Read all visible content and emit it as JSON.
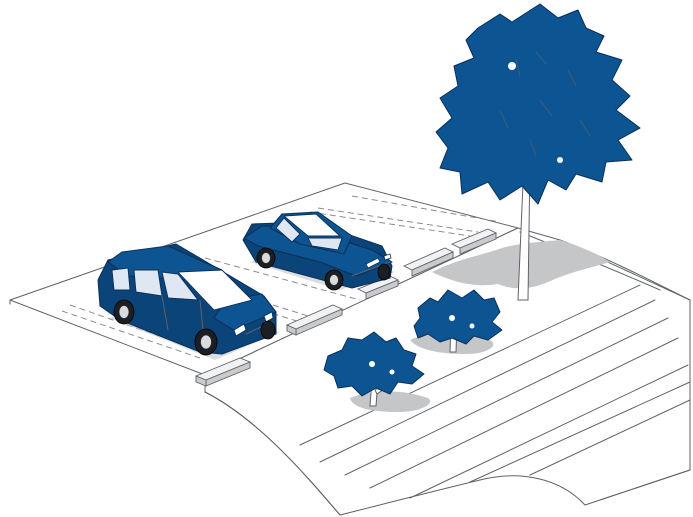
{
  "colors": {
    "accent": "#0d5493",
    "accent_dark": "#0a4478",
    "line": "#5f6368",
    "background": "#ffffff"
  },
  "scene": {
    "objects": [
      "parking-lot",
      "curb-stops",
      "minivan",
      "sedan",
      "tree",
      "shrubs",
      "sidewalk"
    ]
  }
}
